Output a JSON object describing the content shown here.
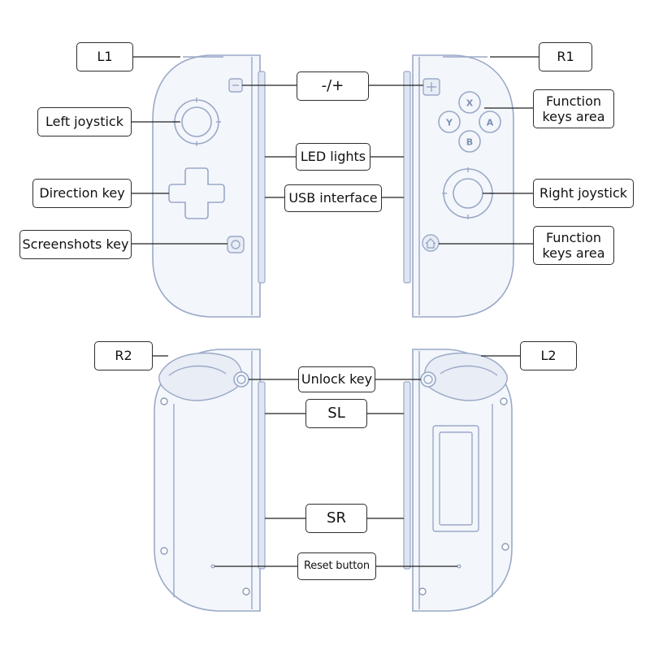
{
  "labels": {
    "l1": "L1",
    "r1": "R1",
    "minus_plus": "-/+",
    "left_joystick": "Left joystick",
    "direction_key": "Direction key",
    "screenshots_key": "Screenshots key",
    "led_lights": "LED lights",
    "usb_interface": "USB interface",
    "function_keys_area_1": [
      "Function",
      "keys area"
    ],
    "right_joystick": "Right joystick",
    "function_keys_area_2": [
      "Function",
      "keys area"
    ],
    "r2": "R2",
    "l2": "L2",
    "unlock_key": "Unlock key",
    "sl": "SL",
    "sr": "SR",
    "reset_button": "Reset button"
  },
  "face_buttons": [
    "X",
    "Y",
    "A",
    "B"
  ],
  "colors": {
    "controller_outline": "#9aa9c7",
    "controller_fill": "#f3f6fb",
    "label_border": "#2e2e2e",
    "leader_line": "#222222"
  }
}
